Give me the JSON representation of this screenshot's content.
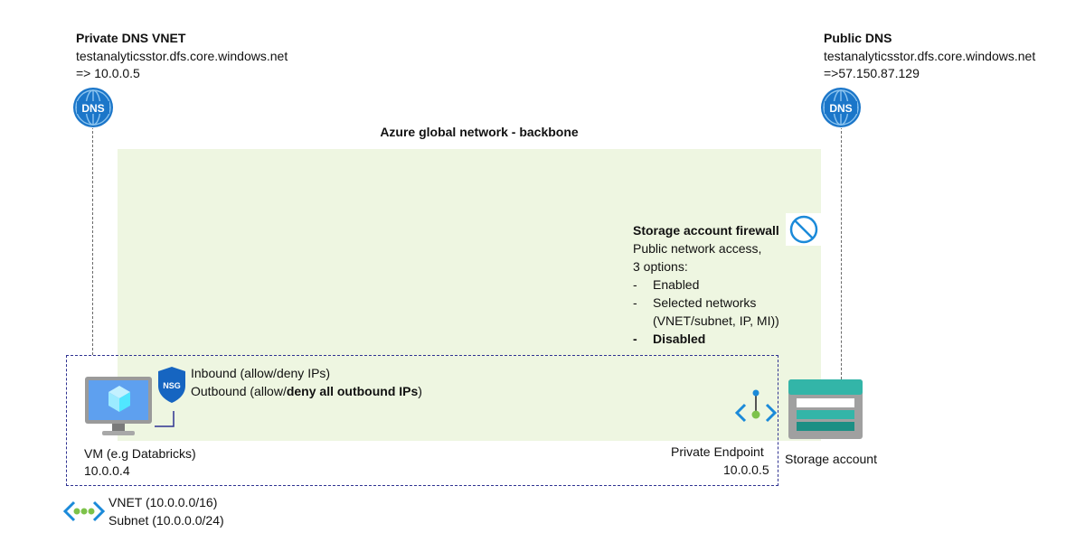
{
  "private_dns": {
    "title": "Private DNS VNET",
    "host": "testanalyticsstor.dfs.core.windows.net",
    "ip": "=> 10.0.0.5",
    "icon": "dns-globe-icon",
    "icon_text": "DNS"
  },
  "public_dns": {
    "title": "Public DNS",
    "host": "testanalyticsstor.dfs.core.windows.net",
    "ip": "=>57.150.87.129",
    "icon": "dns-globe-icon",
    "icon_text": "DNS"
  },
  "backbone": {
    "title": "Azure global network - backbone"
  },
  "firewall": {
    "title": "Storage account firewall",
    "line1": "Public network access,",
    "line2": "3 options:",
    "bullet": "-",
    "opt1": "Enabled",
    "opt2a": "Selected networks",
    "opt2b": "(VNET/subnet, IP, MI))",
    "opt3": "Disabled",
    "icon": "disabled-circle-icon"
  },
  "nsg": {
    "icon_text": "NSG",
    "inbound": "Inbound (allow/deny IPs)",
    "outbound_prefix": "Outbound (allow/",
    "outbound_bold": "deny all outbound IPs",
    "outbound_suffix": ")"
  },
  "vm": {
    "label": "VM (e.g Databricks)",
    "ip": "10.0.0.4",
    "icon": "virtual-machine-icon"
  },
  "private_endpoint": {
    "label": "Private Endpoint",
    "ip": "10.0.0.5",
    "icon": "private-endpoint-icon"
  },
  "storage": {
    "label": "Storage account",
    "icon": "storage-account-icon"
  },
  "vnet": {
    "line1": "VNET (10.0.0.0/16)",
    "line2": "Subnet (10.0.0.0/24)",
    "icon": "vnet-icon"
  },
  "colors": {
    "backbone_fill": "#eef6e1",
    "vnet_border": "#2f3291",
    "azure_blue": "#0078d4",
    "storage_teal": "#33b5a8"
  }
}
